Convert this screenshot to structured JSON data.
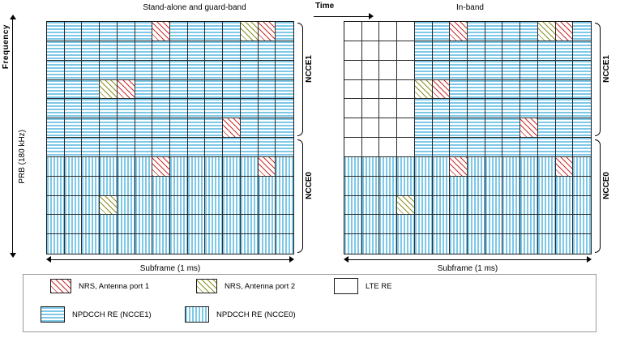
{
  "axes": {
    "frequency_label": "Frequency",
    "prb_label": "PRB (180 kHz)",
    "time_label": "Time",
    "subframe_label": "Subframe (1 ms)"
  },
  "panels": [
    {
      "id": "standalone",
      "title": "Stand-alone and guard-band",
      "ncce_top": "NCCE1",
      "ncce_bottom": "NCCE0",
      "subframe_label": "Subframe (1 ms)",
      "columns": 14,
      "rows": 12,
      "cells": [
        [
          "n1",
          "n1",
          "n1",
          "n1",
          "n1",
          "n1",
          "nrs1",
          "n1",
          "n1",
          "n1",
          "n1",
          "nrs2",
          "nrs1",
          "n1"
        ],
        [
          "n1",
          "n1",
          "n1",
          "n1",
          "n1",
          "n1",
          "n1",
          "n1",
          "n1",
          "n1",
          "n1",
          "n1",
          "n1",
          "n1"
        ],
        [
          "n1",
          "n1",
          "n1",
          "n1",
          "n1",
          "n1",
          "n1",
          "n1",
          "n1",
          "n1",
          "n1",
          "n1",
          "n1",
          "n1"
        ],
        [
          "n1",
          "n1",
          "n1",
          "nrs2",
          "nrs1",
          "n1",
          "n1",
          "n1",
          "n1",
          "n1",
          "n1",
          "n1",
          "n1",
          "n1"
        ],
        [
          "n1",
          "n1",
          "n1",
          "n1",
          "n1",
          "n1",
          "n1",
          "n1",
          "n1",
          "n1",
          "n1",
          "n1",
          "n1",
          "n1"
        ],
        [
          "n1",
          "n1",
          "n1",
          "n1",
          "n1",
          "n1",
          "n1",
          "n1",
          "n1",
          "n1",
          "nrs1",
          "n1",
          "n1",
          "n1"
        ],
        [
          "n1",
          "n1",
          "n1",
          "n1",
          "n1",
          "n1",
          "n1",
          "n1",
          "n1",
          "n1",
          "n1",
          "n1",
          "n1",
          "n1"
        ],
        [
          "n0",
          "n0",
          "n0",
          "n0",
          "n0",
          "n0",
          "nrs1",
          "n0",
          "n0",
          "n0",
          "n0",
          "n0",
          "nrs1",
          "n0"
        ],
        [
          "n0",
          "n0",
          "n0",
          "n0",
          "n0",
          "n0",
          "n0",
          "n0",
          "n0",
          "n0",
          "n0",
          "n0",
          "n0",
          "n0"
        ],
        [
          "n0",
          "n0",
          "n0",
          "nrs2",
          "n0",
          "n0",
          "n0",
          "n0",
          "n0",
          "n0",
          "n0",
          "n0",
          "n0",
          "n0"
        ],
        [
          "n0",
          "n0",
          "n0",
          "n0",
          "n0",
          "n0",
          "n0",
          "n0",
          "n0",
          "n0",
          "n0",
          "n0",
          "n0",
          "n0"
        ],
        [
          "n0",
          "n0",
          "n0",
          "n0",
          "n0",
          "n0",
          "n0",
          "n0",
          "n0",
          "n0",
          "n0",
          "n0",
          "n0",
          "n0"
        ]
      ]
    },
    {
      "id": "inband",
      "title": "In-band",
      "ncce_top": "NCCE1",
      "ncce_bottom": "NCCE0",
      "subframe_label": "Subframe (1 ms)",
      "columns": 14,
      "rows": 12,
      "cells": [
        [
          "lte",
          "lte",
          "lte",
          "lte",
          "n1",
          "n1",
          "nrs1",
          "n1",
          "n1",
          "n1",
          "n1",
          "nrs2",
          "nrs1",
          "n1"
        ],
        [
          "lte",
          "lte",
          "lte",
          "lte",
          "n1",
          "n1",
          "n1",
          "n1",
          "n1",
          "n1",
          "n1",
          "n1",
          "n1",
          "n1"
        ],
        [
          "lte",
          "lte",
          "lte",
          "lte",
          "n1",
          "n1",
          "n1",
          "n1",
          "n1",
          "n1",
          "n1",
          "n1",
          "n1",
          "n1"
        ],
        [
          "lte",
          "lte",
          "lte",
          "lte",
          "nrs2",
          "nrs1",
          "n1",
          "n1",
          "n1",
          "n1",
          "n1",
          "n1",
          "n1",
          "n1"
        ],
        [
          "lte",
          "lte",
          "lte",
          "lte",
          "n1",
          "n1",
          "n1",
          "n1",
          "n1",
          "n1",
          "n1",
          "n1",
          "n1",
          "n1"
        ],
        [
          "lte",
          "lte",
          "lte",
          "lte",
          "n1",
          "n1",
          "n1",
          "n1",
          "n1",
          "n1",
          "nrs1",
          "n1",
          "n1",
          "n1"
        ],
        [
          "lte",
          "lte",
          "lte",
          "lte",
          "n1",
          "n1",
          "n1",
          "n1",
          "n1",
          "n1",
          "n1",
          "n1",
          "n1",
          "n1"
        ],
        [
          "n0",
          "n0",
          "n0",
          "n0",
          "n0",
          "n0",
          "nrs1",
          "n0",
          "n0",
          "n0",
          "n0",
          "n0",
          "nrs1",
          "n0"
        ],
        [
          "n0",
          "n0",
          "n0",
          "n0",
          "n0",
          "n0",
          "n0",
          "n0",
          "n0",
          "n0",
          "n0",
          "n0",
          "n0",
          "n0"
        ],
        [
          "n0",
          "n0",
          "n0",
          "nrs2",
          "n0",
          "n0",
          "n0",
          "n0",
          "n0",
          "n0",
          "n0",
          "n0",
          "n0",
          "n0"
        ],
        [
          "n0",
          "n0",
          "n0",
          "n0",
          "n0",
          "n0",
          "n0",
          "n0",
          "n0",
          "n0",
          "n0",
          "n0",
          "n0",
          "n0"
        ],
        [
          "n0",
          "n0",
          "n0",
          "n0",
          "n0",
          "n0",
          "n0",
          "n0",
          "n0",
          "n0",
          "n0",
          "n0",
          "n0",
          "n0"
        ]
      ]
    }
  ],
  "legend": {
    "items": [
      {
        "key": "nrs1",
        "label": "NRS, Antenna port  1",
        "swatch": "re-nrs1"
      },
      {
        "key": "nrs2",
        "label": "NRS, Antenna port 2",
        "swatch": "re-nrs2"
      },
      {
        "key": "lte",
        "label": "LTE RE",
        "swatch": "re-lte"
      },
      {
        "key": "n1",
        "label": "NPDCCH RE (NCCE1)",
        "swatch": "re-ncce1"
      },
      {
        "key": "n0",
        "label": "NPDCCH RE (NCCE0)",
        "swatch": "re-ncce0"
      }
    ]
  },
  "colors": {
    "npdcch": "#7ec8e8",
    "nrs_port1": "#cc2b2b",
    "nrs_port2": "#8a8f20",
    "grid_line": "#2b2b2b"
  }
}
